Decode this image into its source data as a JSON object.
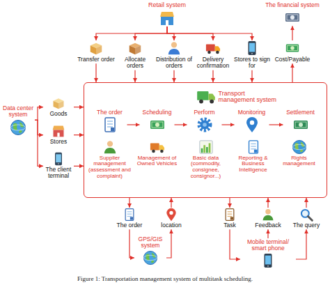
{
  "diagram": {
    "caption": "Figure 1: Transportation management system of multitask scheduling.",
    "nodes": [
      {
        "text": [
          "Retail system"
        ]
      },
      {
        "text": [
          "The financial system"
        ]
      },
      {
        "text": [
          "Transfer order"
        ]
      },
      {
        "text": [
          "Allocate orders"
        ]
      },
      {
        "text": [
          "Distribution of orders"
        ]
      },
      {
        "text": [
          "Delivery confirmation"
        ]
      },
      {
        "text": [
          "Stores to sign for"
        ]
      },
      {
        "text": [
          "Cost/Payable"
        ]
      },
      {
        "text": [
          "Data center system"
        ]
      },
      {
        "text": [
          "Goods"
        ]
      },
      {
        "text": [
          "Stores"
        ]
      },
      {
        "text": [
          "The client terminal"
        ]
      },
      {
        "text": [
          "Transport management system"
        ]
      },
      {
        "text": [
          "The order"
        ],
        "in": 12
      },
      {
        "text": [
          "Scheduling"
        ],
        "in": 12
      },
      {
        "text": [
          "Perform"
        ],
        "in": 12
      },
      {
        "text": [
          "Monitoring"
        ],
        "in": 12
      },
      {
        "text": [
          "Settlement"
        ],
        "in": 12
      },
      {
        "text": [
          "Supplier management (assessment and complaint)"
        ],
        "in": 12
      },
      {
        "text": [
          "Management of Owned Vehicles"
        ],
        "in": 12
      },
      {
        "text": [
          "Basic data (commodity, consignee, consignor...)"
        ],
        "in": 12
      },
      {
        "text": [
          "Reporting & Business Intelligence"
        ],
        "in": 12
      },
      {
        "text": [
          "Rights management"
        ],
        "in": 12
      },
      {
        "text": [
          "The order"
        ]
      },
      {
        "text": [
          "location"
        ]
      },
      {
        "text": [
          "Task"
        ]
      },
      {
        "text": [
          "Feedback"
        ]
      },
      {
        "text": [
          "The query"
        ]
      },
      {
        "text": [
          "GPS/GIS system"
        ]
      },
      {
        "text": [
          "Mobile terminal/ smart phone"
        ]
      }
    ],
    "edges": [
      {
        "from": 0,
        "to": 2,
        "arrow": "to"
      },
      {
        "from": 0,
        "to": 3,
        "arrow": "to"
      },
      {
        "from": 0,
        "to": 4,
        "arrow": "to"
      },
      {
        "from": 0,
        "to": 5,
        "arrow": "to"
      },
      {
        "from": 0,
        "to": 6,
        "arrow": "to"
      },
      {
        "from": 2,
        "to": 12,
        "arrow": "to"
      },
      {
        "from": 3,
        "to": 12,
        "arrow": "to"
      },
      {
        "from": 4,
        "to": 12,
        "arrow": "to"
      },
      {
        "from": 5,
        "to": 12,
        "arrow": "to"
      },
      {
        "from": 6,
        "to": 12,
        "arrow": "to"
      },
      {
        "from": 12,
        "to": 7,
        "arrow": "to"
      },
      {
        "from": 7,
        "to": 1,
        "arrow": "to"
      },
      {
        "from": 8,
        "to": 9,
        "arrow": "to"
      },
      {
        "from": 8,
        "to": 10,
        "arrow": "to"
      },
      {
        "from": 8,
        "to": 11,
        "arrow": "to"
      },
      {
        "from": 9,
        "to": 12,
        "arrow": "to"
      },
      {
        "from": 10,
        "to": 12,
        "arrow": "to"
      },
      {
        "from": 11,
        "to": 12,
        "arrow": "to"
      },
      {
        "from": 13,
        "to": 14,
        "arrow": "to"
      },
      {
        "from": 14,
        "to": 15,
        "arrow": "to"
      },
      {
        "from": 15,
        "to": 16,
        "arrow": "to"
      },
      {
        "from": 16,
        "to": 17,
        "arrow": "to"
      },
      {
        "from": 12,
        "to": 23,
        "arrow": "to"
      },
      {
        "from": 24,
        "to": 12,
        "arrow": "to"
      },
      {
        "from": 23,
        "to": 28,
        "arrow": "to"
      },
      {
        "from": 28,
        "to": 24,
        "arrow": "to"
      },
      {
        "from": 12,
        "to": 25,
        "arrow": "to"
      },
      {
        "from": 26,
        "to": 12,
        "arrow": "to"
      },
      {
        "from": 27,
        "to": 12,
        "arrow": "to"
      },
      {
        "from": 25,
        "to": 29,
        "arrow": "to"
      },
      {
        "from": 29,
        "to": 26,
        "arrow": "to"
      },
      {
        "from": 29,
        "to": 27,
        "arrow": "to"
      }
    ]
  }
}
